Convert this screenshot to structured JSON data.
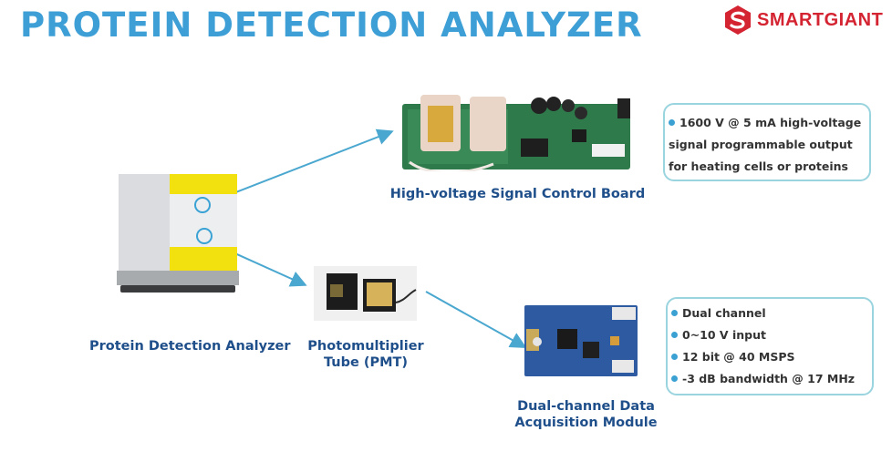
{
  "title": "PROTEIN DETECTION ANALYZER",
  "brand": {
    "name": "SMARTGIANT",
    "color": "#d42331"
  },
  "accent_color": "#3d9fd6",
  "label_color": "#1f4f8a",
  "nodes": {
    "analyzer": {
      "label": "Protein Detection Analyzer"
    },
    "hv_board": {
      "label": "High-voltage Signal Control Board"
    },
    "pmt": {
      "label_lines": [
        "Photomultiplier",
        "Tube (PMT)"
      ]
    },
    "daq": {
      "label_lines": [
        "Dual-channel Data",
        "Acquisition Module"
      ]
    }
  },
  "specs": {
    "hv_board": [
      "1600 V @ 5 mA high-voltage",
      "signal programmable output",
      "for heating cells or proteins"
    ],
    "daq": [
      "Dual channel",
      "0~10 V input",
      "12 bit @ 40 MSPS",
      "-3 dB bandwidth @ 17 MHz"
    ]
  },
  "edges": [
    {
      "from": "analyzer",
      "to": "hv_board"
    },
    {
      "from": "analyzer",
      "to": "pmt"
    },
    {
      "from": "pmt",
      "to": "daq"
    }
  ]
}
